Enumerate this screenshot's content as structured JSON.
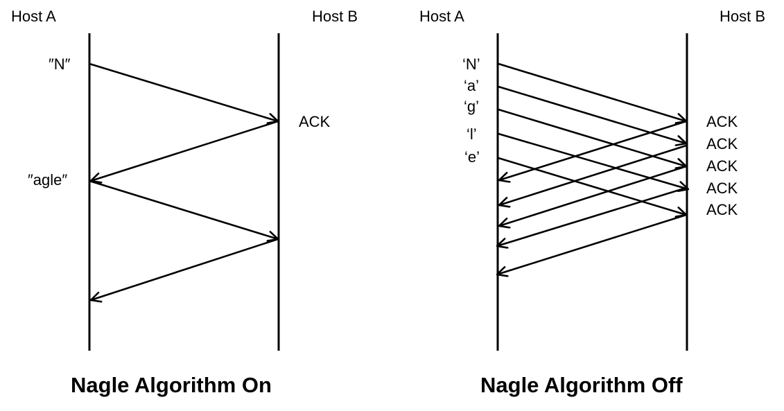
{
  "left_panel": {
    "host_a": "Host A",
    "host_b": "Host B",
    "title": "Nagle Algorithm On",
    "send_labels": [
      "″N″",
      "″agle″"
    ],
    "ack_label": "ACK"
  },
  "right_panel": {
    "host_a": "Host A",
    "host_b": "Host B",
    "title": "Nagle Algorithm Off",
    "send_labels": [
      "‘N’",
      "‘a’",
      "‘g’",
      "‘l’",
      "‘e’"
    ],
    "ack_labels": [
      "ACK",
      "ACK",
      "ACK",
      "ACK",
      "ACK"
    ]
  }
}
